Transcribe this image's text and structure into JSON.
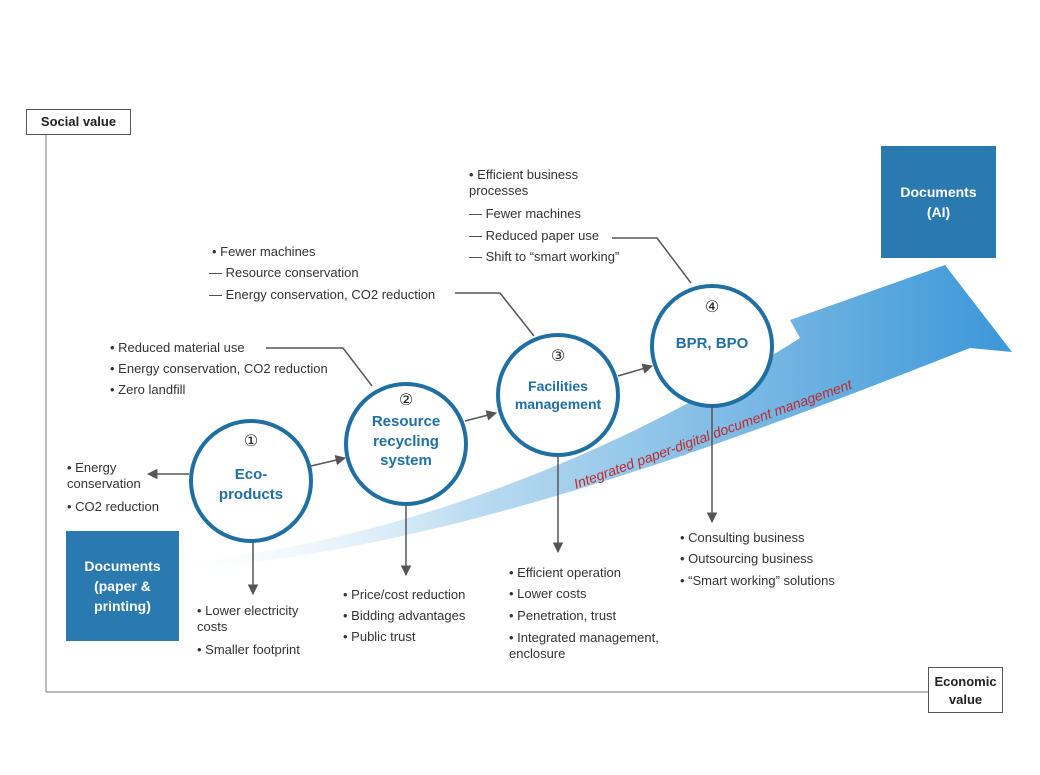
{
  "axes": {
    "y_label": "Social value",
    "x_label": "Economic value"
  },
  "docs": {
    "start": "Documents (paper & printing)",
    "end": "Documents (AI)"
  },
  "arrow_label": "Integrated paper-digital document management",
  "steps": [
    {
      "number": "①",
      "title": "Eco-products",
      "benefits_left": [
        "• Energy conservation",
        "• CO2 reduction"
      ],
      "outcomes": [
        "• Lower electricity costs",
        "• Smaller footprint"
      ]
    },
    {
      "number": "②",
      "title": "Resource recycling system",
      "features": [
        "• Reduced material use",
        "• Energy conservation, CO2 reduction",
        "• Zero landfill"
      ],
      "outcomes": [
        "• Price/cost reduction",
        "• Bidding advantages",
        "• Public trust"
      ]
    },
    {
      "number": "③",
      "title": "Facilities management",
      "features": [
        "• Fewer machines",
        "— Resource conservation",
        "— Energy conservation, CO2 reduction"
      ],
      "outcomes": [
        "• Efficient operation",
        "• Lower costs",
        "• Penetration, trust",
        "• Integrated management, enclosure"
      ]
    },
    {
      "number": "④",
      "title": "BPR, BPO",
      "features": [
        "• Efficient business processes",
        "— Fewer machines",
        "— Reduced paper use",
        "— Shift to “smart working”"
      ],
      "outcomes": [
        "• Consulting business",
        "• Outsourcing business",
        "• “Smart working” solutions"
      ]
    }
  ],
  "colors": {
    "accent_blue": "#1f6fa3",
    "doc_box": "#2a7ab0",
    "arrow_light": "#d6e9f6",
    "arrow_dark": "#4aa0dc",
    "arrow_text": "#c0282d"
  }
}
